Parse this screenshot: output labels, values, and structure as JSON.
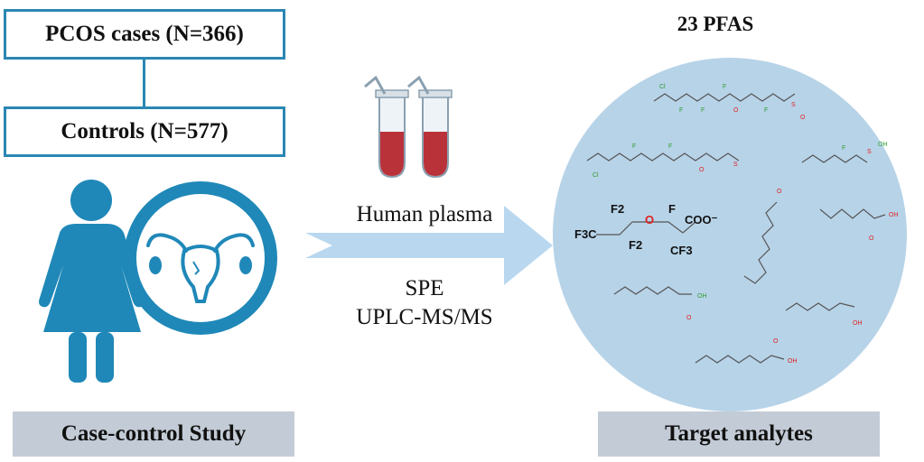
{
  "study": {
    "cases_label": "PCOS cases (N=366)",
    "controls_label": "Controls (N=577)",
    "footer": "Case-control Study"
  },
  "process": {
    "sample": "Human plasma",
    "extraction": "SPE",
    "analysis": "UPLC-MS/MS"
  },
  "analytes": {
    "title": "23 PFAS",
    "footer": "Target analytes",
    "structure_labels": [
      "F3C",
      "F2",
      "F2",
      "O",
      "F",
      "COO⁻",
      "CF3"
    ]
  },
  "colors": {
    "box_border": "#2b87b3",
    "icon_blue": "#1f88b8",
    "footer_bg": "#c3ccd6",
    "arrow": "#b9d8f0",
    "circle": "#b7d3e8",
    "blood": "#b9323a",
    "fluorine": "#2e9e2e",
    "oxygen": "#e02020"
  }
}
